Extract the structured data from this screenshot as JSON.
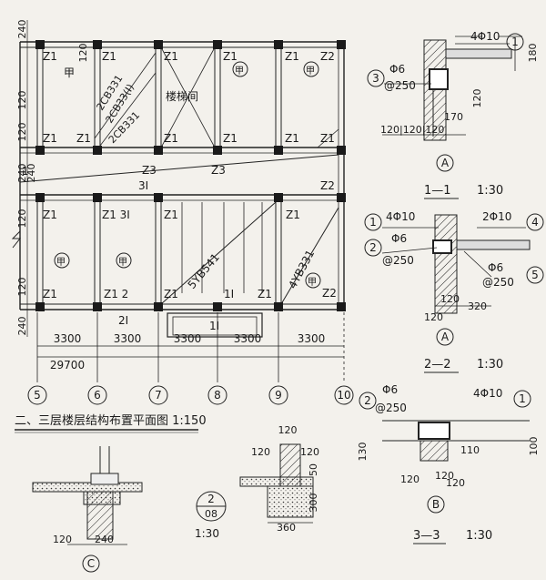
{
  "plan": {
    "title": "二、三层楼层结构布置平面图 1:150",
    "dim_top_240": "240",
    "dim_top_120": "120",
    "dim_left_120a": "120",
    "dim_left_120b": "120",
    "dim_left_240a": "240",
    "dim_left_240b": "240",
    "dim_left_120c": "120",
    "dim_left_120d": "120",
    "dim_left_240c": "240",
    "column_label": "Z1",
    "col_z2": "Z2",
    "col_z3": "Z3",
    "stair_label": "楼梯间",
    "room_jia": "甲",
    "beam_2cb331": "2CB331",
    "beam_2cb331_i": "2CB33(I)",
    "beam_5yb541": "5YB541",
    "beam_4yb331": "4YB331",
    "label_1": "1",
    "label_3i": "3I",
    "label_z1_3i": "Z1 3I",
    "label_z1_2": "Z1 2",
    "label_2i": "2I",
    "label_1i": "1I",
    "bay_dims": [
      "3300",
      "3300",
      "3300",
      "3300",
      "3300"
    ],
    "total_dim": "29700",
    "axes": [
      "5",
      "6",
      "7",
      "8",
      "9",
      "10"
    ]
  },
  "details": {
    "s11": {
      "title": "1—1",
      "scale": "1:30",
      "rebar_top": "4Φ10",
      "rebar_stirrup": "Φ6",
      "spacing": "@250",
      "dim_180": "180",
      "dim_120": "120",
      "dim_170": "170",
      "bottom_dims": "120|120|120",
      "marker_1": "1",
      "marker_3": "3",
      "axis": "A"
    },
    "s22": {
      "title": "2—2",
      "scale": "1:30",
      "rebar_top": "4Φ10",
      "rebar_right": "2Φ10",
      "rebar_stirrup": "Φ6",
      "spacing": "@250",
      "rebar_stirrup2": "Φ6",
      "spacing2": "@250",
      "dim_120": "120",
      "dim_320": "320",
      "dim_120b": "120",
      "marker_1": "1",
      "marker_2": "2",
      "marker_4": "4",
      "marker_5": "5",
      "axis": "A"
    },
    "s33": {
      "title": "3—3",
      "scale": "1:30",
      "rebar_stirrup": "Φ6",
      "spacing": "@250",
      "rebar_top": "4Φ10",
      "dim_130": "130",
      "dim_100": "100",
      "dim_110": "110",
      "dim_120a": "120",
      "dim_120b": "120",
      "dim_120c": "120",
      "marker_2": "2",
      "marker_1": "1",
      "axis": "B"
    },
    "sC": {
      "dim_120": "120",
      "dim_240": "240",
      "axis": "C"
    },
    "s208": {
      "dim_120a": "120",
      "dim_120b": "120",
      "dim_120c": "120",
      "dim_50": "50",
      "dim_300": "300",
      "dim_360": "360",
      "detail_no": "2",
      "sheet_no": "08",
      "scale": "1:30"
    }
  }
}
